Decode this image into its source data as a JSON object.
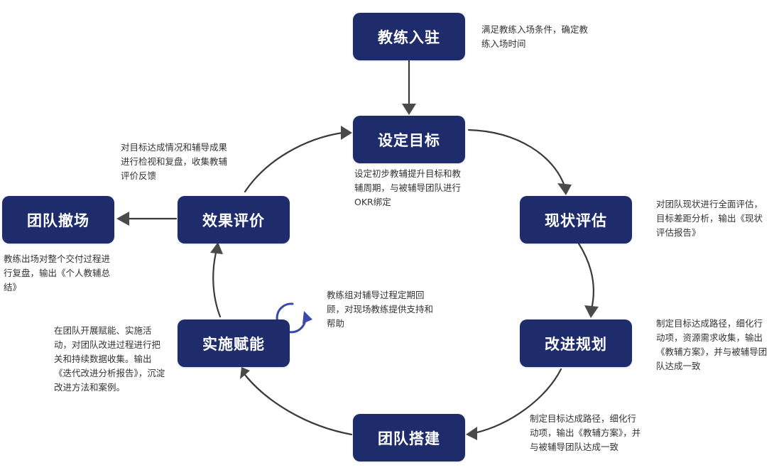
{
  "nodes": {
    "coach_entry": "教练入驻",
    "set_goal": "设定目标",
    "assess": "现状评估",
    "improve_plan": "改进规划",
    "team_build": "团队搭建",
    "enable": "实施赋能",
    "evaluate": "效果评价",
    "withdraw": "团队撤场"
  },
  "notes": {
    "coach_entry": "满足教练入场条件，确定教练入场时间",
    "set_goal": "设定初步教辅提升目标和教辅周期，与被辅导团队进行OKR绑定",
    "assess": "对团队现状进行全面评估，目标差距分析，输出《现状评估报告》",
    "improve_plan": "制定目标达成路径，细化行动项，资源需求收集，输出《教辅方案》，并与被辅导团队达成一致",
    "team_build": "制定目标达成路径，细化行动项，输出《教辅方案》，并与被辅导团队达成一致",
    "enable": "在团队开展赋能、实施活动，对团队改进过程进行把关和持续数据收集。输出《迭代改进分析报告》，沉淀改进方法和案例。",
    "review": "教练组对辅导过程定期回顾，对现场教练提供支持和帮助",
    "evaluate": "对目标达成情况和辅导成果进行检视和复盘，收集教辅评价反馈",
    "withdraw": "教练出场对整个交付过程进行复盘，输出《个人教辅总结》"
  },
  "colors": {
    "node_fill": "#1e2c6b",
    "node_text": "#ffffff",
    "arrow": "#3a3a3a",
    "loop_icon": "#3b4aa8"
  }
}
